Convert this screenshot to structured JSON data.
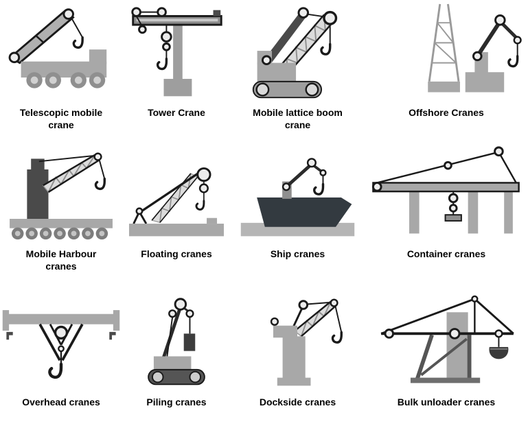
{
  "page": {
    "background": "#ffffff"
  },
  "palette": {
    "outline": "#1a1a1a",
    "light_gray": "#a8a8a8",
    "mid_gray": "#8f8f8f",
    "dark_gray": "#4a4a4a",
    "lattice_fill": "#dcdcdc",
    "hull_dark": "#333a40"
  },
  "diagram": {
    "items": [
      {
        "id": "telescopic-mobile-crane",
        "label": "Telescopic mobile crane"
      },
      {
        "id": "tower-crane",
        "label": "Tower Crane"
      },
      {
        "id": "mobile-lattice-boom-crane",
        "label": "Mobile lattice boom crane"
      },
      {
        "id": "offshore-cranes",
        "label": "Offshore Cranes"
      },
      {
        "id": "mobile-harbour-cranes",
        "label": "Mobile Harbour cranes"
      },
      {
        "id": "floating-cranes",
        "label": "Floating cranes"
      },
      {
        "id": "ship-cranes",
        "label": "Ship cranes"
      },
      {
        "id": "container-cranes",
        "label": "Container cranes"
      },
      {
        "id": "overhead-cranes",
        "label": "Overhead cranes"
      },
      {
        "id": "piling-cranes",
        "label": "Piling cranes"
      },
      {
        "id": "dockside-cranes",
        "label": "Dockside cranes"
      },
      {
        "id": "bulk-unloader-cranes",
        "label": "Bulk unloader cranes"
      }
    ]
  }
}
